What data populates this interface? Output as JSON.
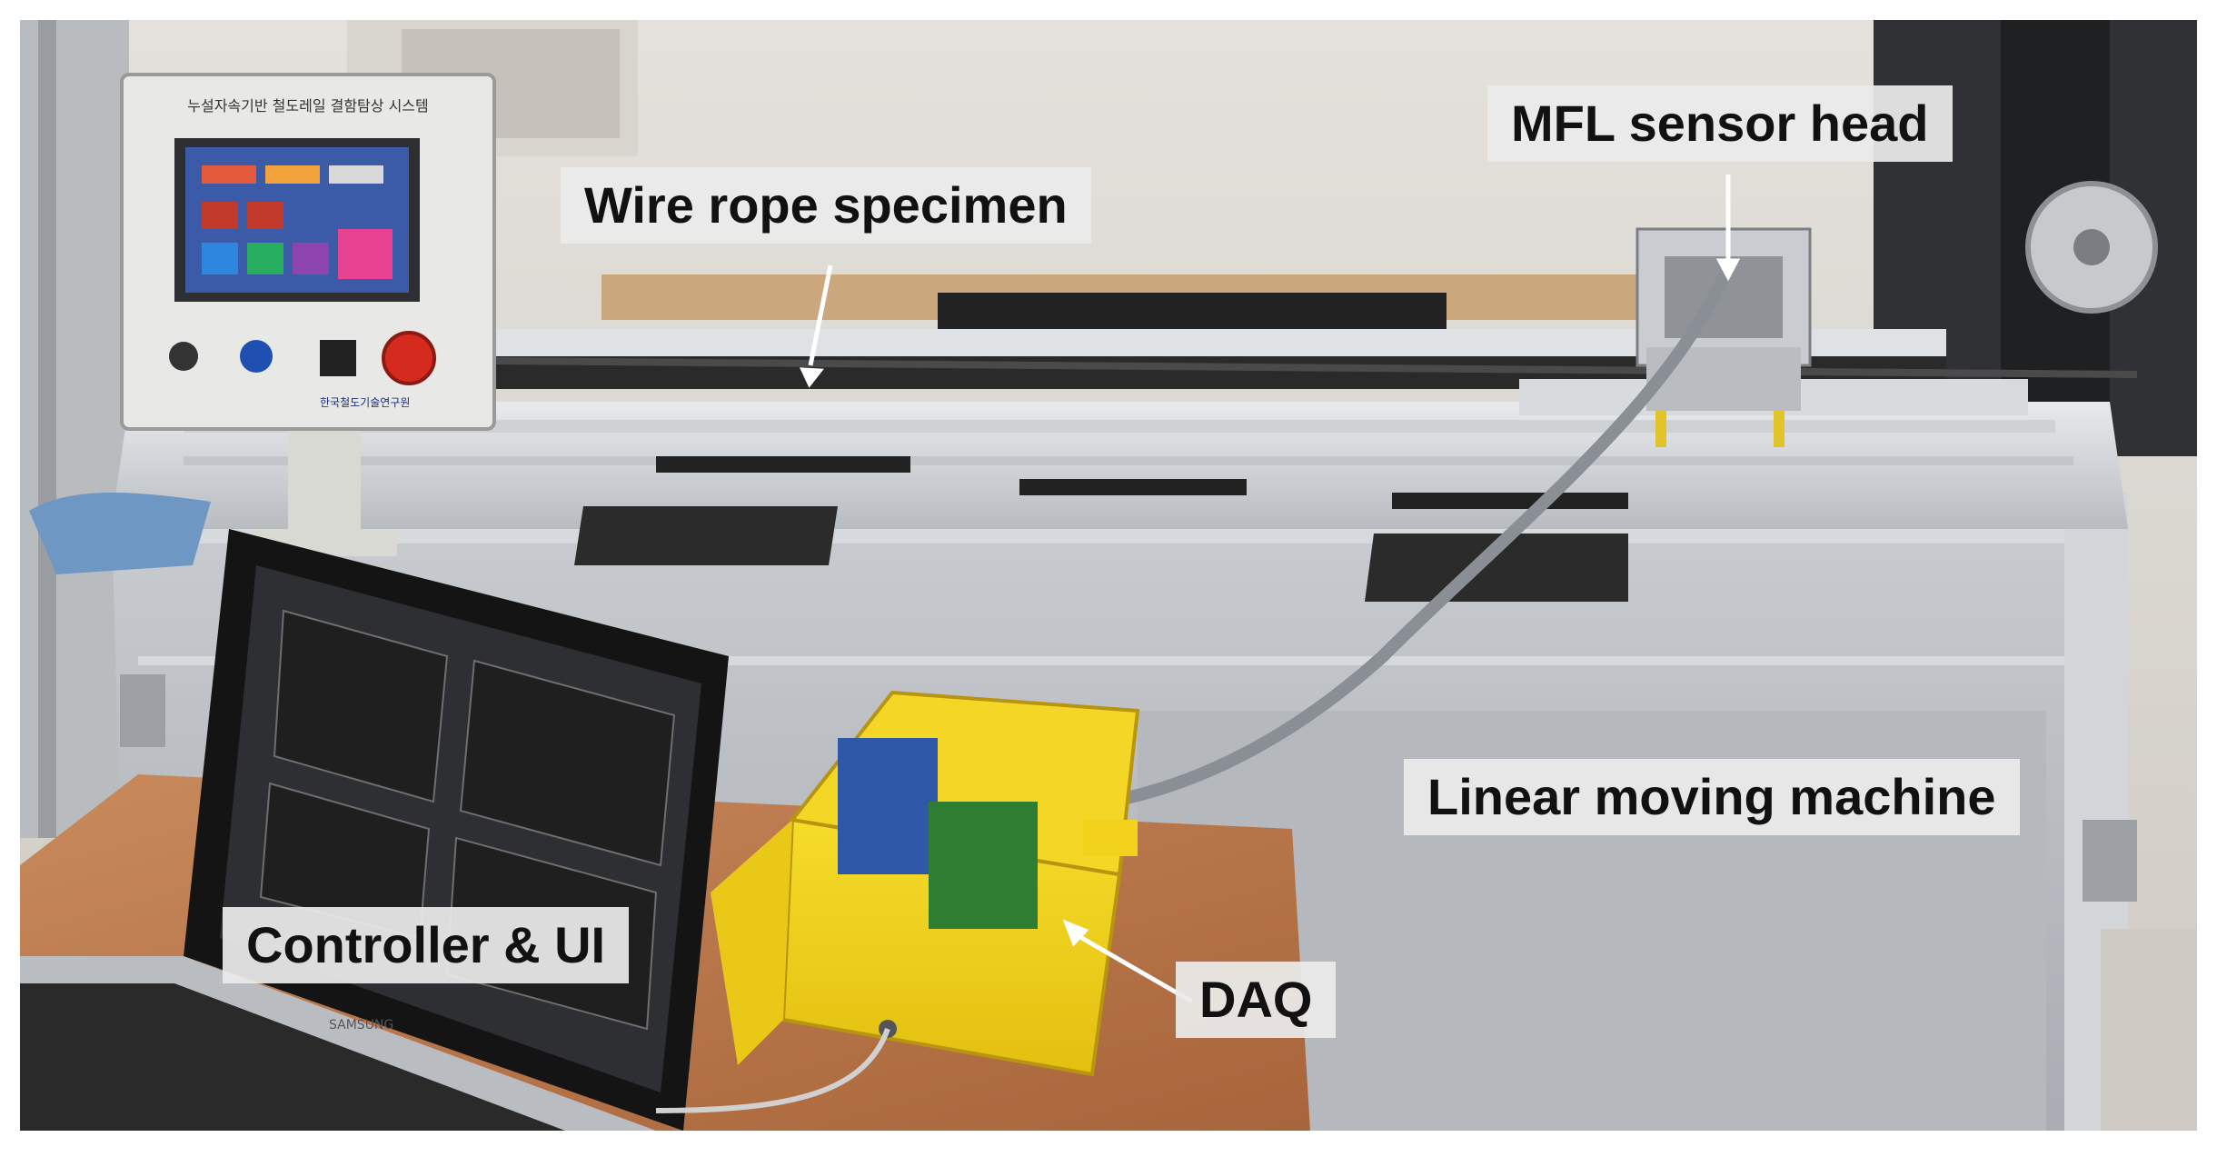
{
  "labels": {
    "wire_rope": "Wire rope specimen",
    "mfl_head": "MFL sensor head",
    "linear_machine": "Linear moving machine",
    "controller_ui": "Controller & UI",
    "daq": "DAQ"
  },
  "panel_title": "누설자속기반 철도레일 결함탐상 시스템",
  "panel_logo_text": "한국철도기술연구원",
  "laptop_brand": "SAMSUNG",
  "colors": {
    "daq_box": "#f2d21c",
    "label_bg": "#ebebeb",
    "estop": "#d52b1e"
  }
}
